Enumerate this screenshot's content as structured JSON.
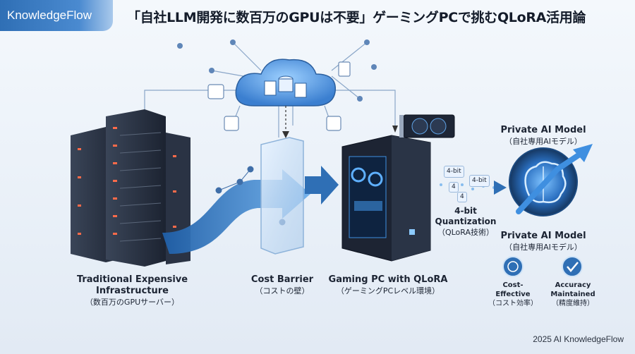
{
  "brand": "KnowledgeFlow",
  "title": "「自社LLM開発に数百万のGPUは不要」ゲーミングPCで挑むQLoRA活用論",
  "labels": {
    "traditional_line1": "Traditional Expensive",
    "traditional_line2": "Infrastructure",
    "traditional_jp": "（数百万のGPUサーバー）",
    "barrier": "Cost Barrier",
    "barrier_jp": "（コストの壁）",
    "gaming": "Gaming PC with QLoRA",
    "gaming_jp": "（ゲーミングPCレベル環境）",
    "quant_line1": "4-bit",
    "quant_line2": "Quantization",
    "quant_jp": "（QLoRA技術）",
    "private_top": "Private AI Model",
    "private_top_jp": "（自社専用AIモデル）",
    "private_bottom": "Private AI Model",
    "private_bottom_jp": "（自社専用AIモデル）",
    "cost_line1": "Cost-",
    "cost_line2": "Effective",
    "cost_jp": "（コスト効率）",
    "acc_line1": "Accuracy",
    "acc_line2": "Maintained",
    "acc_jp": "（精度維持）"
  },
  "chips": [
    "4-bit",
    "4-bit",
    "4",
    "4"
  ],
  "footer": "2025 AI KnowledgeFlow",
  "icons": [
    "cloud-icon",
    "database-icon",
    "document-icon",
    "server-rack-icon",
    "gpu-card-icon",
    "pc-tower-icon",
    "brain-icon",
    "coin-icon",
    "checkmark-icon"
  ],
  "colors": {
    "accent": "#2f6fb5",
    "dark": "#1f2a3d",
    "glow": "#3f8fe0"
  }
}
